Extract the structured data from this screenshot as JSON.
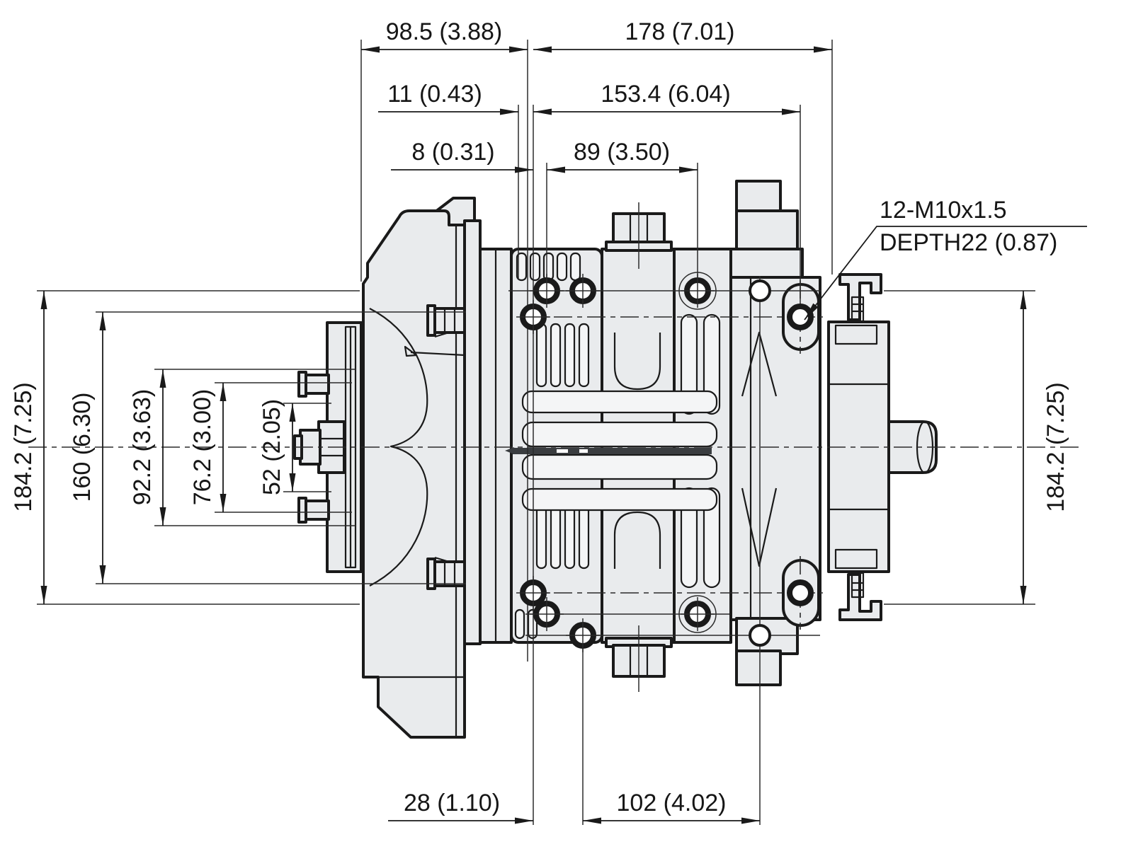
{
  "drawing": {
    "kind": "engineering dimensional drawing, compressor side view",
    "colors": {
      "background": "#ffffff",
      "line": "#1a1a1a",
      "body_fill": "#e9ebed",
      "dark_band": "#3a3d40"
    },
    "dims": {
      "d98_5": "98.5 (3.88)",
      "d178": "178 (7.01)",
      "d11": "11 (0.43)",
      "d153_4": "153.4 (6.04)",
      "d8": "8 (0.31)",
      "d89": "89 (3.50)",
      "d184_2_left": "184.2 (7.25)",
      "d160": "160 (6.30)",
      "d92_2": "92.2 (3.63)",
      "d76_2": "76.2 (3.00)",
      "d52": "52 (2.05)",
      "d184_2_right": "184.2 (7.25)",
      "d28": "28 (1.10)",
      "d102": "102 (4.02)"
    },
    "callout": {
      "line1": "12-M10x1.5",
      "line2": "DEPTH22 (0.87)"
    }
  }
}
